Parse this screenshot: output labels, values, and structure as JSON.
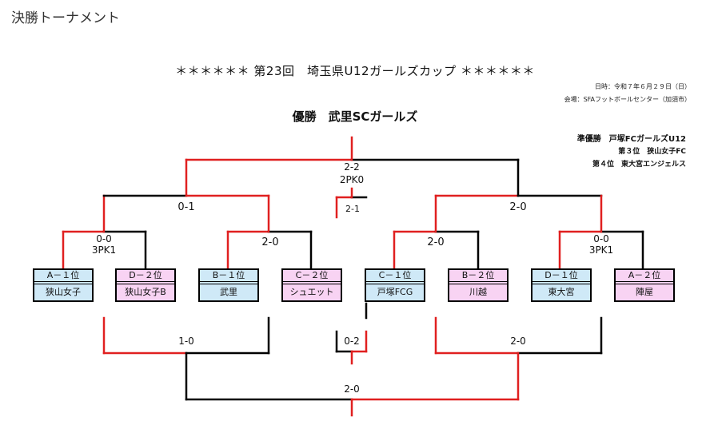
{
  "page_heading": "決勝トーナメント",
  "title": "＊＊＊＊＊＊ 第23回　埼玉県U12ガールズカップ ＊＊＊＊＊＊",
  "info": {
    "date": "日時：令和７年６月２９日（日）",
    "venue": "会場：SFAフットボールセンター（加須市）"
  },
  "champion": "優勝　武里SCガールズ",
  "awards": {
    "runner_up": "準優勝　戸塚FCガールズU12",
    "third": "第３位　狭山女子FC",
    "fourth": "第４位　東大宮エンジェルス"
  },
  "teams": [
    {
      "rank": "A－１位",
      "name": "狭山女子",
      "color": "#cfe9f7"
    },
    {
      "rank": "D－２位",
      "name": "狭山女子B",
      "color": "#f8d3f3"
    },
    {
      "rank": "B－１位",
      "name": "武里",
      "color": "#cfe9f7"
    },
    {
      "rank": "C－２位",
      "name": "シュエット",
      "color": "#f8d3f3"
    },
    {
      "rank": "C－１位",
      "name": "戸塚FCG",
      "color": "#cfe9f7"
    },
    {
      "rank": "B－２位",
      "name": "川越",
      "color": "#f8d3f3"
    },
    {
      "rank": "D－１位",
      "name": "東大宮",
      "color": "#cfe9f7"
    },
    {
      "rank": "A－２位",
      "name": "陣屋",
      "color": "#f8d3f3"
    }
  ],
  "scores": {
    "r1_m1": "0-0",
    "r1_m1_pk": "3PK1",
    "r1_m2": "2-0",
    "r1_m3": "2-0",
    "r1_m4": "0-0",
    "r1_m4_pk": "3PK1",
    "semi_1": "0-1",
    "semi_2": "2-0",
    "final": "2-2",
    "final_pk": "2PK0",
    "third_place": "2-1",
    "lower_1": "1-0",
    "lower_2": "2-0",
    "lower_mid": "0-2",
    "lower_final": "2-0"
  },
  "colors": {
    "winner_line": "#e02020",
    "loser_line": "#000000",
    "team_winner_bg": "#cfe9f7",
    "team_runner_bg": "#f8d3f3"
  }
}
